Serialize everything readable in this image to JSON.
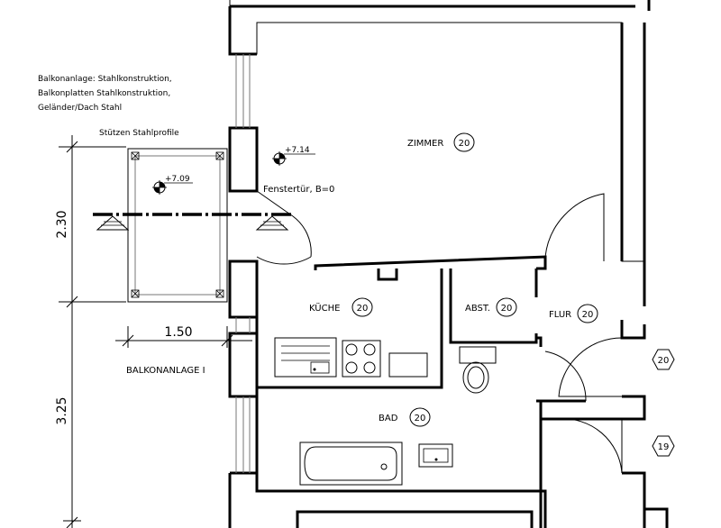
{
  "notes": {
    "line1": "Balkonanlage: Stahlkonstruktion,",
    "line2": "Balkonplatten Stahlkonstruktion,",
    "line3": "Geländer/Dach Stahl",
    "supports": "Stützen Stahlprofile"
  },
  "rooms": [
    {
      "name": "ZIMMER",
      "number": "20"
    },
    {
      "name": "KÜCHE",
      "number": "20"
    },
    {
      "name": "ABST.",
      "number": "20"
    },
    {
      "name": "FLUR",
      "number": "20"
    },
    {
      "name": "BAD",
      "number": "20"
    }
  ],
  "doors": {
    "adjacent_upper": "20",
    "adjacent_lower": "19",
    "balcony_door": "Fenstertür, B=0"
  },
  "levels": {
    "room": "+7.14",
    "balcony": "+7.09"
  },
  "dimensions": {
    "balcony_depth": "2.30",
    "lower_height": "3.25",
    "balcony_width": "1.50"
  },
  "balcony_label": "BALKONANLAGE I"
}
